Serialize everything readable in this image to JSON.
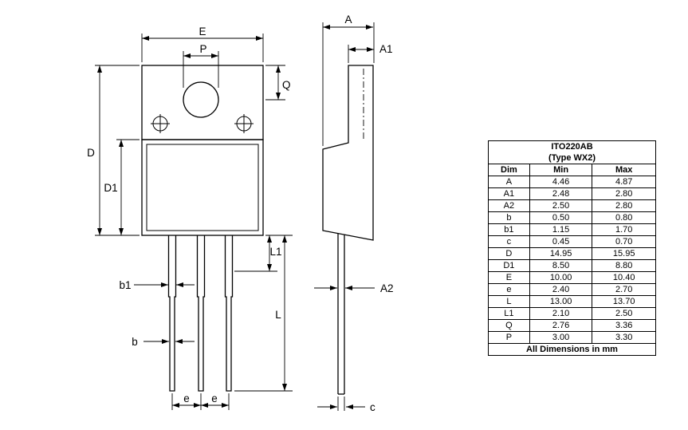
{
  "diagram": {
    "front_view": {
      "labels": {
        "E": "E",
        "P": "P",
        "Q": "Q",
        "D": "D",
        "D1": "D1",
        "b1": "b1",
        "b": "b",
        "e_left": "e",
        "e_right": "e",
        "L1": "L1",
        "L": "L"
      }
    },
    "side_view": {
      "labels": {
        "A": "A",
        "A1": "A1",
        "A2": "A2",
        "c": "c"
      }
    },
    "line_color": "#000000"
  },
  "table": {
    "title_line1": "ITO220AB",
    "title_line2": "(Type WX2)",
    "headers": [
      "Dim",
      "Min",
      "Max"
    ],
    "rows": [
      [
        "A",
        "4.46",
        "4.87"
      ],
      [
        "A1",
        "2.48",
        "2.80"
      ],
      [
        "A2",
        "2.50",
        "2.80"
      ],
      [
        "b",
        "0.50",
        "0.80"
      ],
      [
        "b1",
        "1.15",
        "1.70"
      ],
      [
        "c",
        "0.45",
        "0.70"
      ],
      [
        "D",
        "14.95",
        "15.95"
      ],
      [
        "D1",
        "8.50",
        "8.80"
      ],
      [
        "E",
        "10.00",
        "10.40"
      ],
      [
        "e",
        "2.40",
        "2.70"
      ],
      [
        "L",
        "13.00",
        "13.70"
      ],
      [
        "L1",
        "2.10",
        "2.50"
      ],
      [
        "Q",
        "2.76",
        "3.36"
      ],
      [
        "P",
        "3.00",
        "3.30"
      ]
    ],
    "footer": "All Dimensions in mm"
  }
}
